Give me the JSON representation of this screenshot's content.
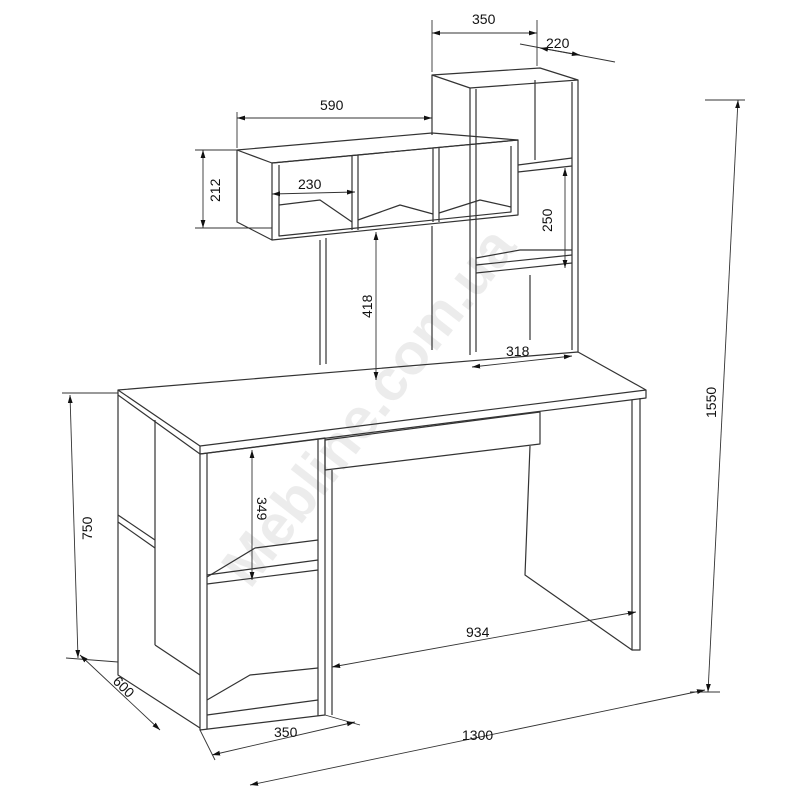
{
  "watermark": "Mebline.com.ua",
  "dimensions": {
    "shelf_tower_width": "350",
    "shelf_tower_depth": "220",
    "top_shelf_width": "590",
    "top_shelf_height": "212",
    "cell_width": "230",
    "tower_cell_height": "250",
    "superstructure_height": "418",
    "tower_inner_width": "318",
    "total_height": "1550",
    "desk_height": "750",
    "pedestal_shelf_height": "349",
    "knee_space_width": "934",
    "desk_depth": "600",
    "pedestal_width": "350",
    "desk_width": "1300"
  }
}
